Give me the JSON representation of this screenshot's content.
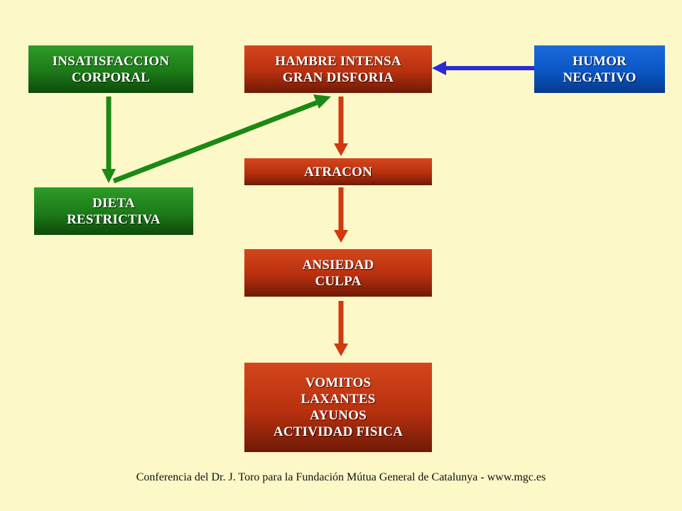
{
  "nodes": {
    "insatisfaccion": [
      "INSATISFACCION",
      "CORPORAL"
    ],
    "hambre": [
      "HAMBRE INTENSA",
      "GRAN DISFORIA"
    ],
    "humor": [
      "HUMOR",
      "NEGATIVO"
    ],
    "dieta": [
      "DIETA",
      "RESTRICTIVA"
    ],
    "atracon": [
      "ATRACON"
    ],
    "ansiedad": [
      "ANSIEDAD",
      "CULPA"
    ],
    "vomitos": [
      "VOMITOS",
      "LAXANTES",
      "AYUNOS",
      "ACTIVIDAD FISICA"
    ]
  },
  "colors": {
    "green_box": "#1c7a18",
    "red_box": "#b8300f",
    "blue_box": "#0a55c4",
    "green_arrow": "#1a8a14",
    "red_arrow": "#d03a12",
    "blue_arrow": "#2a2ad8",
    "background": "#fdf8c8"
  },
  "footer": "Conferencia del Dr. J. Toro para la Fundación Mútua General de Catalunya - www.mgc.es"
}
